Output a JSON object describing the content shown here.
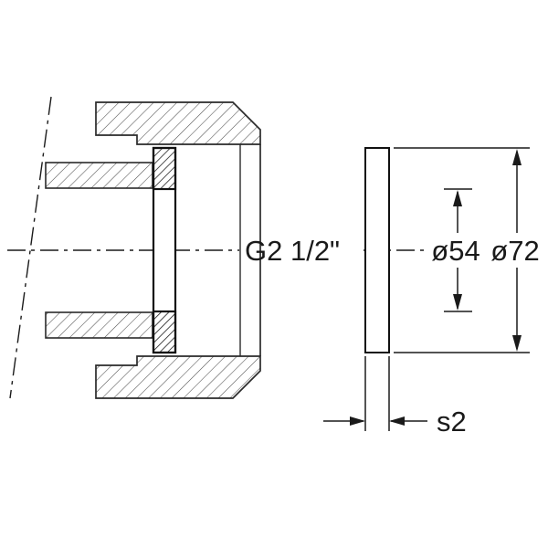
{
  "drawing": {
    "type": "technical-drawing",
    "subject": "gasket-for-union-nut",
    "labels": {
      "thread_size": "G2 1/2\"",
      "inner_diameter": "ø54",
      "outer_diameter": "ø72",
      "thickness": "s2"
    },
    "colors": {
      "line": "#1a1a1a",
      "background": "#ffffff"
    }
  }
}
